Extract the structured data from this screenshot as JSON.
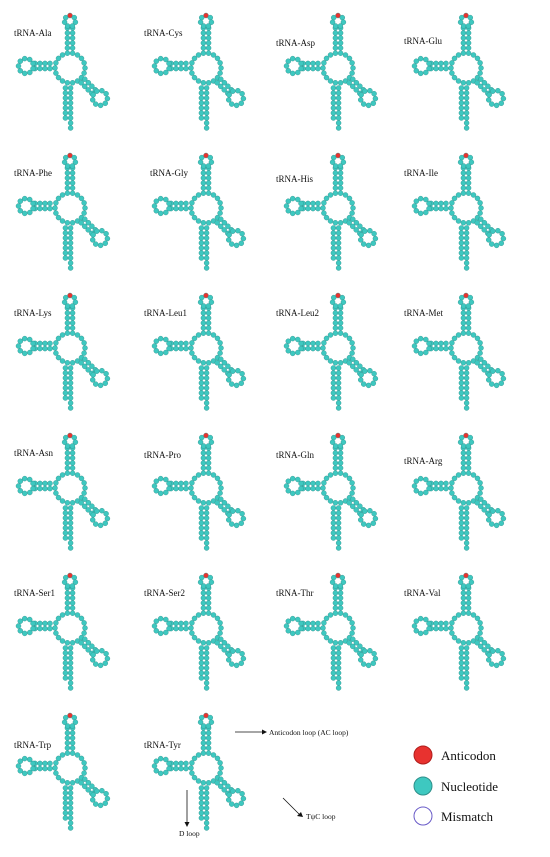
{
  "colors": {
    "anticodon": "#e8322f",
    "nucleotide": "#3ec8c0",
    "mismatch": "#6a5cc8",
    "bond": "#5a4fc0",
    "stroke": "#2f8f8a"
  },
  "panels": [
    "tRNA-Ala",
    "tRNA-Cys",
    "tRNA-Asp",
    "tRNA-Glu",
    "tRNA-Phe",
    "tRNA-Gly",
    "tRNA-His",
    "tRNA-Ile",
    "tRNA-Lys",
    "tRNA-Leu1",
    "tRNA-Leu2",
    "tRNA-Met",
    "tRNA-Asn",
    "tRNA-Pro",
    "tRNA-Gln",
    "tRNA-Arg",
    "tRNA-Ser1",
    "tRNA-Ser2",
    "tRNA-Thr",
    "tRNA-Val",
    "tRNA-Trp",
    "tRNA-Tyr"
  ],
  "annotations": {
    "anticodon_loop": "Anticodon loop (AC loop)",
    "d_loop": "D loop",
    "tpc_loop": "TψC loop"
  },
  "legend": [
    {
      "label": "Anticodon",
      "kind": "anticodon"
    },
    {
      "label": "Nucleotide",
      "kind": "nucleotide"
    },
    {
      "label": "Mismatch",
      "kind": "mismatch"
    }
  ]
}
